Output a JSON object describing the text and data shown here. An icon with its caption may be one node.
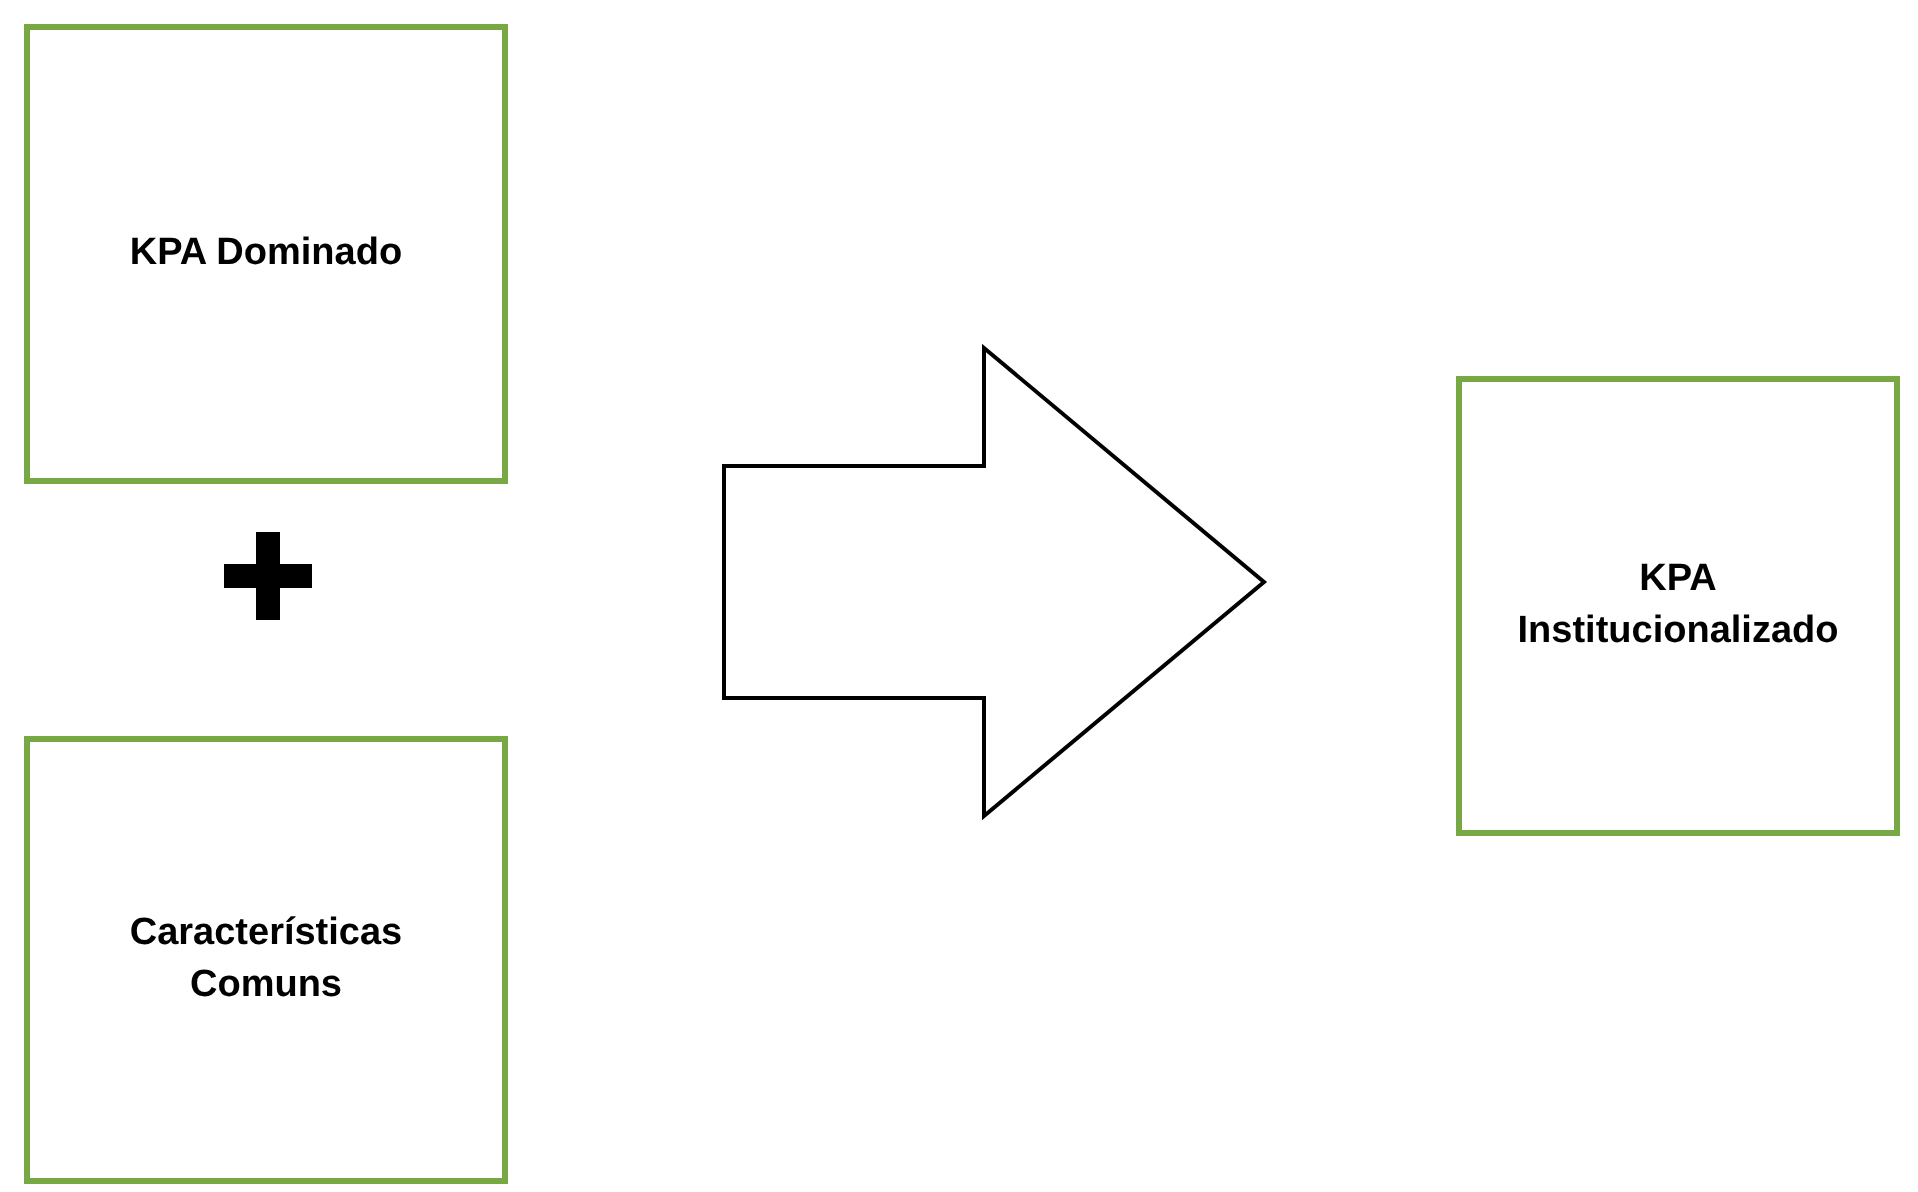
{
  "diagram": {
    "nodes": [
      {
        "text": [
          "KPA Dominado"
        ]
      },
      {
        "text": [
          "Características Comuns"
        ]
      },
      {
        "text": [
          "KPA Institucionalizado"
        ]
      }
    ],
    "edges": [
      {
        "from": 0,
        "to": 2,
        "arrow": "to"
      },
      {
        "from": 1,
        "to": 2,
        "arrow": "to"
      }
    ]
  }
}
